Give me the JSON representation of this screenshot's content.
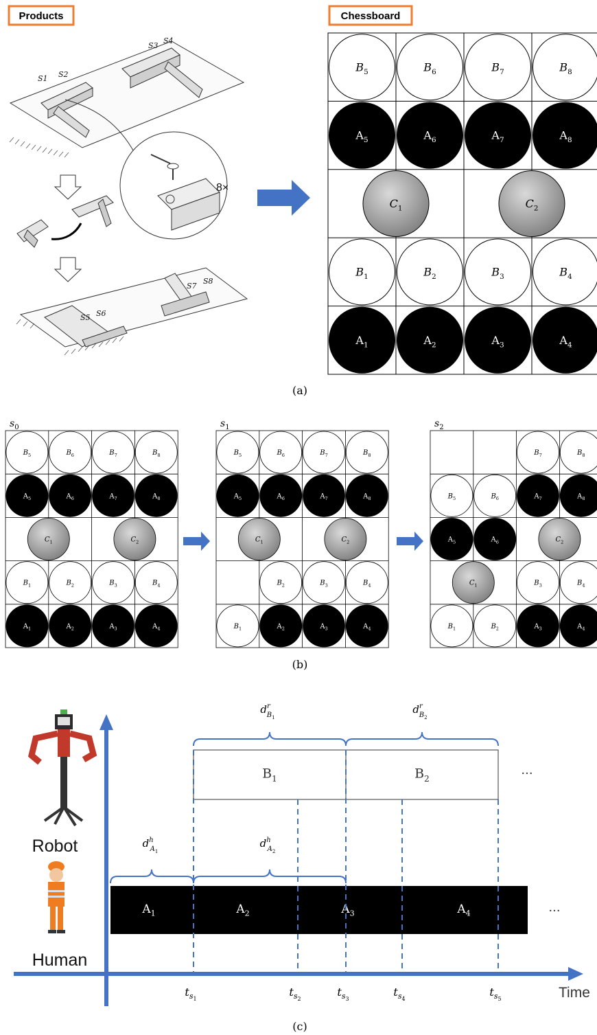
{
  "panel_a": {
    "products_label": "Products",
    "chessboard_label": "Chessboard",
    "screw_count": "8×",
    "stations_top": [
      "S1",
      "S2",
      "S3",
      "S4"
    ],
    "stations_bottom": [
      "S5",
      "S6",
      "S7",
      "S8"
    ],
    "caption": "(a)",
    "rows": [
      [
        {
          "k": "white",
          "b": "B",
          "s": "5"
        },
        {
          "k": "white",
          "b": "B",
          "s": "6"
        },
        {
          "k": "white",
          "b": "B",
          "s": "7"
        },
        {
          "k": "white",
          "b": "B",
          "s": "8"
        }
      ],
      [
        {
          "k": "black",
          "b": "A",
          "s": "5"
        },
        {
          "k": "black",
          "b": "A",
          "s": "6"
        },
        {
          "k": "black",
          "b": "A",
          "s": "7"
        },
        {
          "k": "black",
          "b": "A",
          "s": "8"
        }
      ],
      [
        {
          "k": "gray",
          "b": "C",
          "s": "1",
          "span": true
        },
        {
          "k": "gray",
          "b": "C",
          "s": "2",
          "span": true
        }
      ],
      [
        {
          "k": "white",
          "b": "B",
          "s": "1"
        },
        {
          "k": "white",
          "b": "B",
          "s": "2"
        },
        {
          "k": "white",
          "b": "B",
          "s": "3"
        },
        {
          "k": "white",
          "b": "B",
          "s": "4"
        }
      ],
      [
        {
          "k": "black",
          "b": "A",
          "s": "1"
        },
        {
          "k": "black",
          "b": "A",
          "s": "2"
        },
        {
          "k": "black",
          "b": "A",
          "s": "3"
        },
        {
          "k": "black",
          "b": "A",
          "s": "4"
        }
      ]
    ]
  },
  "panel_b": {
    "caption": "(b)",
    "states": [
      {
        "label_base": "s",
        "label_sub": "0",
        "cells": [
          {
            "r": 0,
            "c": 0,
            "k": "white",
            "b": "B",
            "s": "5"
          },
          {
            "r": 0,
            "c": 1,
            "k": "white",
            "b": "B",
            "s": "6"
          },
          {
            "r": 0,
            "c": 2,
            "k": "white",
            "b": "B",
            "s": "7"
          },
          {
            "r": 0,
            "c": 3,
            "k": "white",
            "b": "B",
            "s": "8"
          },
          {
            "r": 1,
            "c": 0,
            "k": "black",
            "b": "A",
            "s": "5"
          },
          {
            "r": 1,
            "c": 1,
            "k": "black",
            "b": "A",
            "s": "6"
          },
          {
            "r": 1,
            "c": 2,
            "k": "black",
            "b": "A",
            "s": "7"
          },
          {
            "r": 1,
            "c": 3,
            "k": "black",
            "b": "A",
            "s": "8"
          },
          {
            "r": 2,
            "c": 0.5,
            "k": "gray",
            "b": "C",
            "s": "1"
          },
          {
            "r": 2,
            "c": 2.5,
            "k": "gray",
            "b": "C",
            "s": "2"
          },
          {
            "r": 3,
            "c": 0,
            "k": "white",
            "b": "B",
            "s": "1"
          },
          {
            "r": 3,
            "c": 1,
            "k": "white",
            "b": "B",
            "s": "2"
          },
          {
            "r": 3,
            "c": 2,
            "k": "white",
            "b": "B",
            "s": "3"
          },
          {
            "r": 3,
            "c": 3,
            "k": "white",
            "b": "B",
            "s": "4"
          },
          {
            "r": 4,
            "c": 0,
            "k": "black",
            "b": "A",
            "s": "1"
          },
          {
            "r": 4,
            "c": 1,
            "k": "black",
            "b": "A",
            "s": "2"
          },
          {
            "r": 4,
            "c": 2,
            "k": "black",
            "b": "A",
            "s": "3"
          },
          {
            "r": 4,
            "c": 3,
            "k": "black",
            "b": "A",
            "s": "4"
          }
        ]
      },
      {
        "label_base": "s",
        "label_sub": "1",
        "cells": [
          {
            "r": 0,
            "c": 0,
            "k": "white",
            "b": "B",
            "s": "5"
          },
          {
            "r": 0,
            "c": 1,
            "k": "white",
            "b": "B",
            "s": "6"
          },
          {
            "r": 0,
            "c": 2,
            "k": "white",
            "b": "B",
            "s": "7"
          },
          {
            "r": 0,
            "c": 3,
            "k": "white",
            "b": "B",
            "s": "8"
          },
          {
            "r": 1,
            "c": 0,
            "k": "black",
            "b": "A",
            "s": "5"
          },
          {
            "r": 1,
            "c": 1,
            "k": "black",
            "b": "A",
            "s": "6"
          },
          {
            "r": 1,
            "c": 2,
            "k": "black",
            "b": "A",
            "s": "7"
          },
          {
            "r": 1,
            "c": 3,
            "k": "black",
            "b": "A",
            "s": "8"
          },
          {
            "r": 2,
            "c": 0.5,
            "k": "gray",
            "b": "C",
            "s": "1"
          },
          {
            "r": 2,
            "c": 2.5,
            "k": "gray",
            "b": "C",
            "s": "2"
          },
          {
            "r": 3,
            "c": 1,
            "k": "white",
            "b": "B",
            "s": "2"
          },
          {
            "r": 3,
            "c": 2,
            "k": "white",
            "b": "B",
            "s": "3"
          },
          {
            "r": 3,
            "c": 3,
            "k": "white",
            "b": "B",
            "s": "4"
          },
          {
            "r": 4,
            "c": 0,
            "k": "white",
            "b": "B",
            "s": "1"
          },
          {
            "r": 4,
            "c": 1,
            "k": "black",
            "b": "A",
            "s": "2"
          },
          {
            "r": 4,
            "c": 2,
            "k": "black",
            "b": "A",
            "s": "3"
          },
          {
            "r": 4,
            "c": 3,
            "k": "black",
            "b": "A",
            "s": "4"
          }
        ]
      },
      {
        "label_base": "s",
        "label_sub": "2",
        "cells": [
          {
            "r": 0,
            "c": 2,
            "k": "white",
            "b": "B",
            "s": "7"
          },
          {
            "r": 0,
            "c": 3,
            "k": "white",
            "b": "B",
            "s": "8"
          },
          {
            "r": 1,
            "c": 0,
            "k": "white",
            "b": "B",
            "s": "5"
          },
          {
            "r": 1,
            "c": 1,
            "k": "white",
            "b": "B",
            "s": "6"
          },
          {
            "r": 1,
            "c": 2,
            "k": "black",
            "b": "A",
            "s": "7"
          },
          {
            "r": 1,
            "c": 3,
            "k": "black",
            "b": "A",
            "s": "8"
          },
          {
            "r": 2,
            "c": 0,
            "k": "black",
            "b": "A",
            "s": "5"
          },
          {
            "r": 2,
            "c": 1,
            "k": "black",
            "b": "A",
            "s": "6"
          },
          {
            "r": 2,
            "c": 2.5,
            "k": "gray",
            "b": "C",
            "s": "2"
          },
          {
            "r": 3,
            "c": 0.5,
            "k": "gray",
            "b": "C",
            "s": "1"
          },
          {
            "r": 3,
            "c": 2,
            "k": "white",
            "b": "B",
            "s": "3"
          },
          {
            "r": 3,
            "c": 3,
            "k": "white",
            "b": "B",
            "s": "4"
          },
          {
            "r": 4,
            "c": 0,
            "k": "white",
            "b": "B",
            "s": "1"
          },
          {
            "r": 4,
            "c": 1,
            "k": "white",
            "b": "B",
            "s": "2"
          },
          {
            "r": 4,
            "c": 2,
            "k": "black",
            "b": "A",
            "s": "3"
          },
          {
            "r": 4,
            "c": 3,
            "k": "black",
            "b": "A",
            "s": "4"
          }
        ]
      }
    ]
  },
  "panel_c": {
    "caption": "(c)",
    "robot_label": "Robot",
    "human_label": "Human",
    "time_label": "Time",
    "ellipsis": "···",
    "robot_tasks": [
      {
        "b": "B",
        "s": "1"
      },
      {
        "b": "B",
        "s": "2"
      }
    ],
    "human_tasks": [
      {
        "b": "A",
        "s": "1"
      },
      {
        "b": "A",
        "s": "2"
      },
      {
        "b": "A",
        "s": "3"
      },
      {
        "b": "A",
        "s": "4"
      }
    ],
    "robot_durations": [
      {
        "base": "d",
        "sup": "r",
        "sub": "B",
        "subsub": "1"
      },
      {
        "base": "d",
        "sup": "r",
        "sub": "B",
        "subsub": "2"
      }
    ],
    "human_durations": [
      {
        "base": "d",
        "sup": "h",
        "sub": "A",
        "subsub": "1"
      },
      {
        "base": "d",
        "sup": "h",
        "sub": "A",
        "subsub": "2"
      }
    ],
    "time_marks": [
      {
        "base": "t",
        "sub": "s",
        "subsub": "1"
      },
      {
        "base": "t",
        "sub": "s",
        "subsub": "2"
      },
      {
        "base": "t",
        "sub": "s",
        "subsub": "3"
      },
      {
        "base": "t",
        "sub": "s",
        "subsub": "4"
      },
      {
        "base": "t",
        "sub": "s",
        "subsub": "5"
      }
    ]
  },
  "colors": {
    "accent_blue": "#4472c4",
    "tag_border": "#ed7d31",
    "piece_black": "#000000",
    "piece_gray": "#a6a6a6",
    "robot_red": "#c0392b",
    "human_orange": "#f07c22"
  }
}
